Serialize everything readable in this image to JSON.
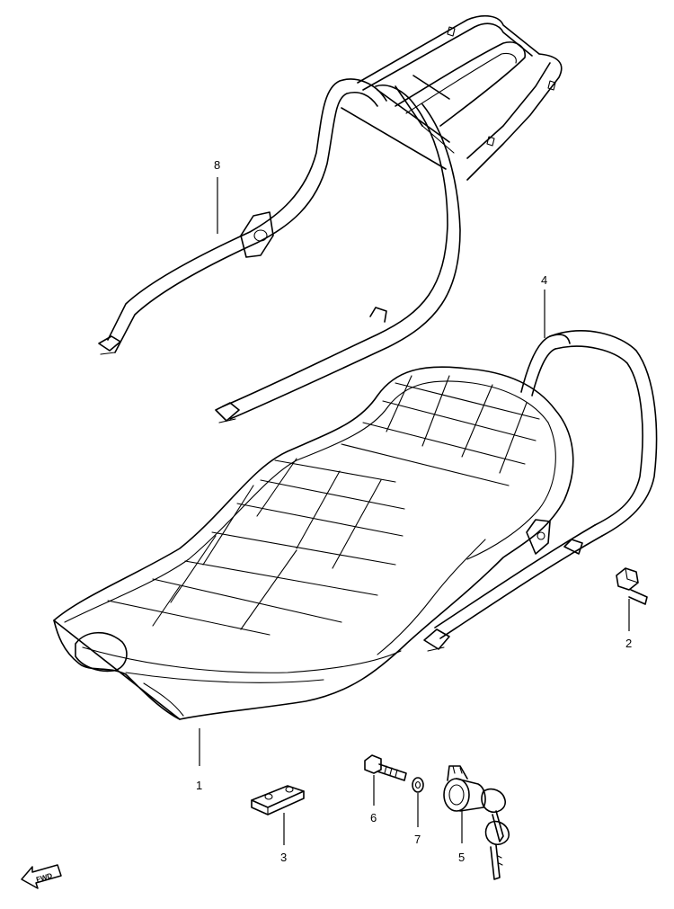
{
  "diagram": {
    "callouts": {
      "c1": "1",
      "c2": "2",
      "c3": "3",
      "c4": "4",
      "c5": "5",
      "c6": "6",
      "c7": "7",
      "c8": "8"
    },
    "fwd_badge": "FWD"
  }
}
